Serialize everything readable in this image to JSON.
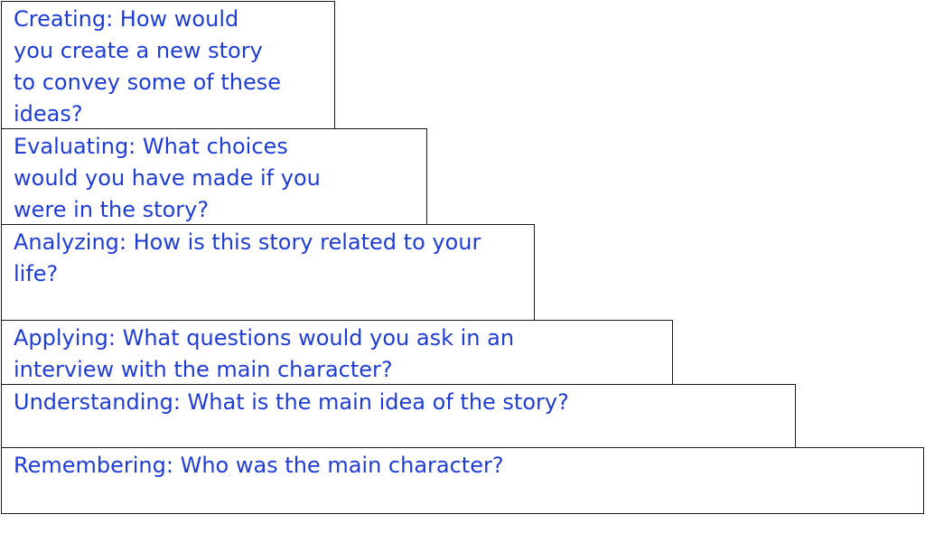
{
  "diagram": {
    "text_color": "#1f3dd6",
    "border_color": "#1a1a1a",
    "steps": [
      {
        "text": "Creating: How would you create a new story to convey some of these ideas?"
      },
      {
        "text": "Evaluating: What choices would you have made if you were in the story?"
      },
      {
        "text": "Analyzing: How is this story related to your life?"
      },
      {
        "text": "Applying: What questions would you ask in an interview with the main character?"
      },
      {
        "text": "Understanding: What is the main idea of the story?"
      },
      {
        "text": "Remembering: Who was the main character?"
      }
    ]
  }
}
